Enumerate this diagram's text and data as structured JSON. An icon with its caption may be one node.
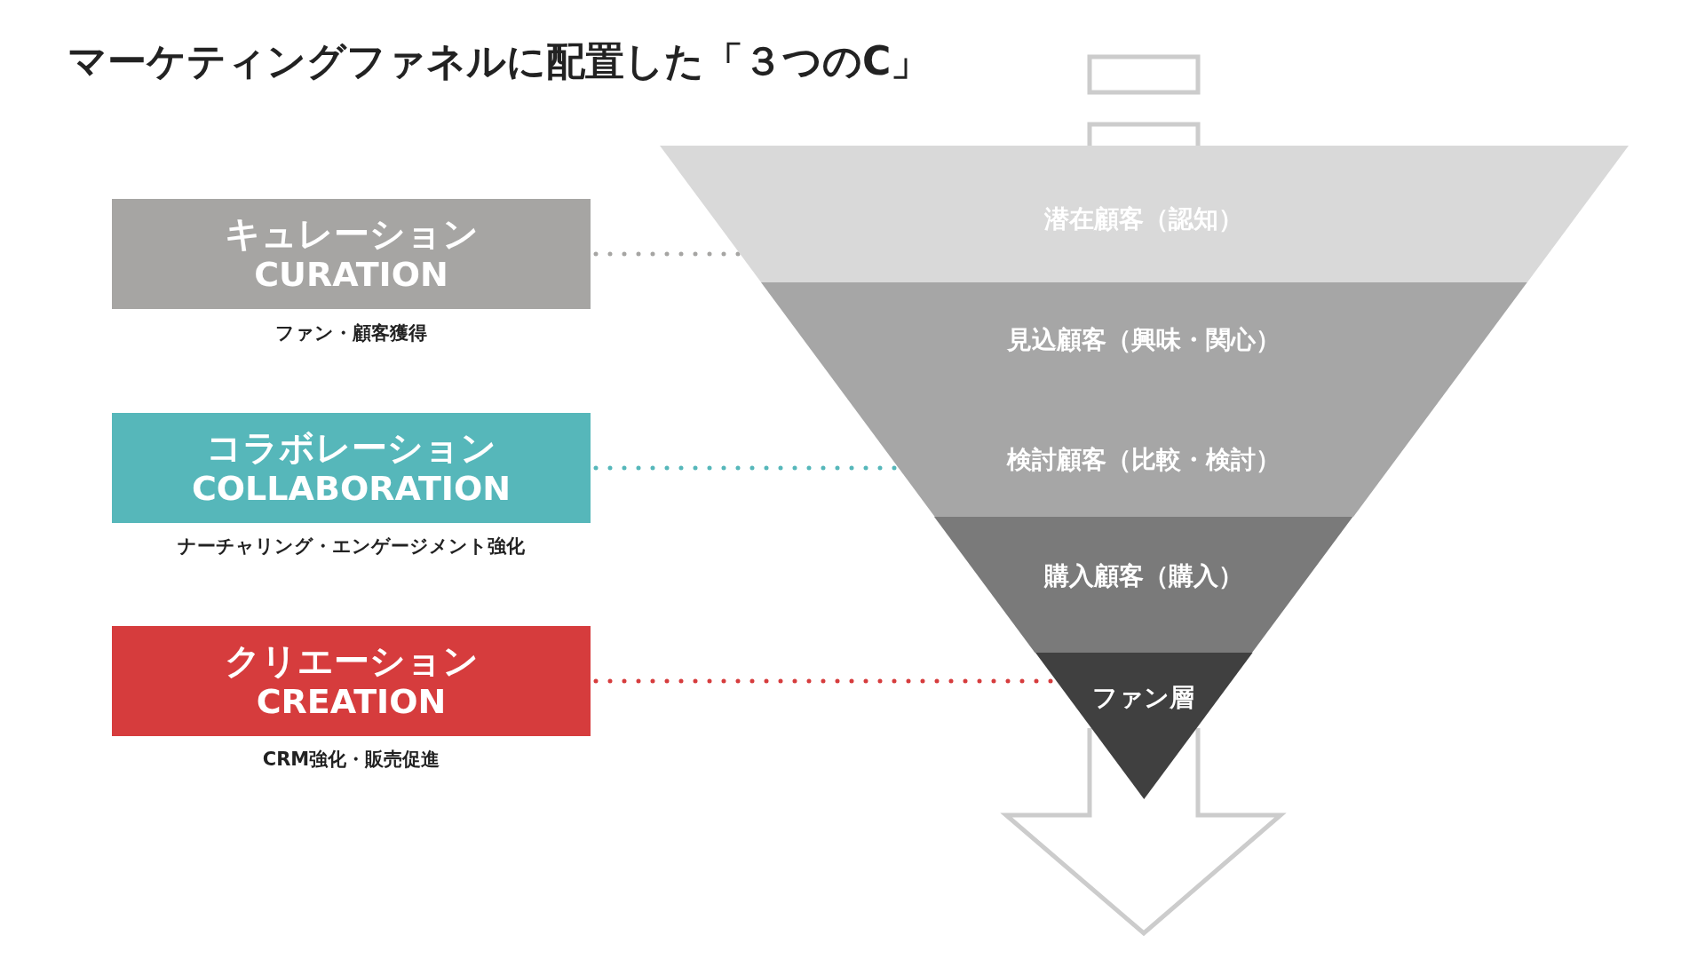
{
  "diagram": {
    "title": "マーケティングファネルに配置した「３つのC」",
    "nodes": [
      {
        "text": [
          "キュレーション",
          "CURATION"
        ],
        "beside": [
          "ファン・顧客獲得"
        ]
      },
      {
        "text": [
          "コラボレーション",
          "COLLABORATION"
        ],
        "beside": [
          "ナーチャリング・エンゲージメント強化"
        ]
      },
      {
        "text": [
          "クリエーション",
          "CREATION"
        ],
        "beside": [
          "CRM強化・販売促進"
        ]
      },
      {
        "text": [
          "潜在顧客（認知）"
        ]
      },
      {
        "text": [
          "見込顧客（興味・関心）",
          "検討顧客（比較・検討）"
        ]
      },
      {
        "text": [
          "購入顧客（購入）"
        ]
      },
      {
        "text": [
          "ファン層"
        ]
      }
    ],
    "edges": [
      {
        "from": 0,
        "to": 3,
        "arrow": "none",
        "style": "dashed",
        "color": "#a6a5a3"
      },
      {
        "from": 1,
        "to": 4,
        "arrow": "none",
        "style": "dashed",
        "color": "#56b7ba"
      },
      {
        "from": 2,
        "to": 6,
        "arrow": "none",
        "style": "dashed",
        "color": "#d63c3d"
      }
    ]
  }
}
